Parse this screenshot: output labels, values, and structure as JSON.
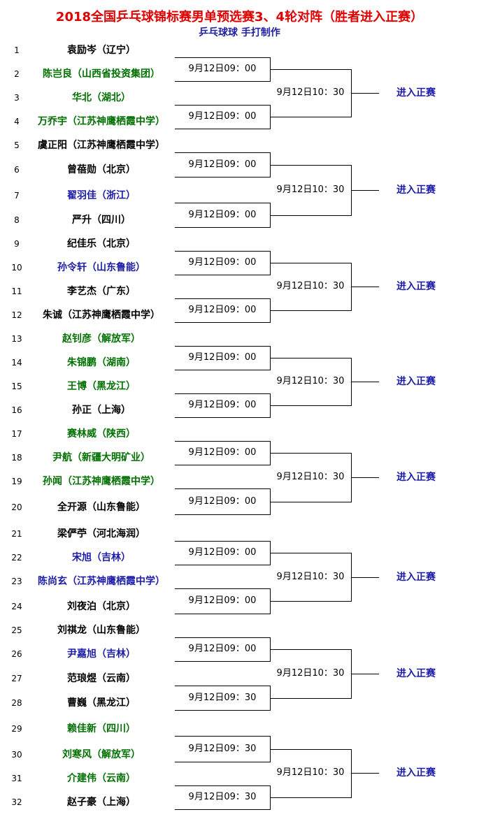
{
  "title": "2018全国乒乓球锦标赛男单预选赛3、4轮对阵（胜者进入正赛）",
  "subtitle": "乒乓球球   手打制作",
  "players": [
    {
      "num": "1",
      "name": "袁励岑（辽宁）",
      "color": "black"
    },
    {
      "num": "2",
      "name": "陈岂良（山西省投资集团）",
      "color": "green"
    },
    {
      "num": "3",
      "name": "华北（湖北）",
      "color": "green"
    },
    {
      "num": "4",
      "name": "万乔宇（江苏神鹰栖霞中学）",
      "color": "green"
    },
    {
      "num": "5",
      "name": "虞正阳（江苏神鹰栖霞中学）",
      "color": "black"
    },
    {
      "num": "6",
      "name": "曾蓓勋（北京）",
      "color": "black"
    },
    {
      "num": "7",
      "name": "翟羽佳（浙江）",
      "color": "blue"
    },
    {
      "num": "8",
      "name": "严升（四川）",
      "color": "black"
    },
    {
      "num": "9",
      "name": "纪佳乐（北京）",
      "color": "black"
    },
    {
      "num": "10",
      "name": "孙令轩（山东鲁能）",
      "color": "blue"
    },
    {
      "num": "11",
      "name": "李艺杰（广东）",
      "color": "black"
    },
    {
      "num": "12",
      "name": "朱诚（江苏神鹰栖霞中学）",
      "color": "black"
    },
    {
      "num": "13",
      "name": "赵钊彦（解放军）",
      "color": "green"
    },
    {
      "num": "14",
      "name": "朱锦鹏（湖南）",
      "color": "green"
    },
    {
      "num": "15",
      "name": "王博（黑龙江）",
      "color": "green"
    },
    {
      "num": "16",
      "name": "孙正（上海）",
      "color": "black"
    },
    {
      "num": "17",
      "name": "赛林威（陕西）",
      "color": "green"
    },
    {
      "num": "18",
      "name": "尹航（新疆大明矿业）",
      "color": "green"
    },
    {
      "num": "19",
      "name": "孙闻（江苏神鹰栖霞中学）",
      "color": "green"
    },
    {
      "num": "20",
      "name": "全开源（山东鲁能）",
      "color": "black"
    },
    {
      "num": "21",
      "name": "梁俨苧（河北海润）",
      "color": "black"
    },
    {
      "num": "22",
      "name": "宋旭（吉林）",
      "color": "blue"
    },
    {
      "num": "23",
      "name": "陈尚玄（江苏神鹰栖霞中学）",
      "color": "blue"
    },
    {
      "num": "24",
      "name": "刘夜泊（北京）",
      "color": "black"
    },
    {
      "num": "25",
      "name": "刘祺龙（山东鲁能）",
      "color": "black"
    },
    {
      "num": "26",
      "name": "尹嘉旭（吉林）",
      "color": "blue"
    },
    {
      "num": "27",
      "name": "范琅煜（云南）",
      "color": "black"
    },
    {
      "num": "28",
      "name": "曹巍（黑龙江）",
      "color": "black"
    },
    {
      "num": "29",
      "name": "赖佳新（四川）",
      "color": "green"
    },
    {
      "num": "30",
      "name": "刘寒风（解放军）",
      "color": "green"
    },
    {
      "num": "31",
      "name": "介建伟（云南）",
      "color": "green"
    },
    {
      "num": "32",
      "name": "赵子豪（上海）",
      "color": "black"
    }
  ],
  "round1_times": [
    "9月12日09：00",
    "9月12日09：00",
    "9月12日09：00",
    "9月12日09：00",
    "9月12日09：00",
    "9月12日09：00",
    "9月12日09：00",
    "9月12日09：00",
    "9月12日09：00",
    "9月12日09：00",
    "9月12日09：00",
    "9月12日09：00",
    "9月12日09：00",
    "9月12日09：30",
    "9月12日09：30",
    "9月12日09：30"
  ],
  "round2_times": [
    "9月12日10：30",
    "9月12日10：30",
    "9月12日10：30",
    "9月12日10：30",
    "9月12日10：30",
    "9月12日10：30",
    "9月12日10：30",
    "9月12日10：30"
  ],
  "advance_label": "进入正赛"
}
